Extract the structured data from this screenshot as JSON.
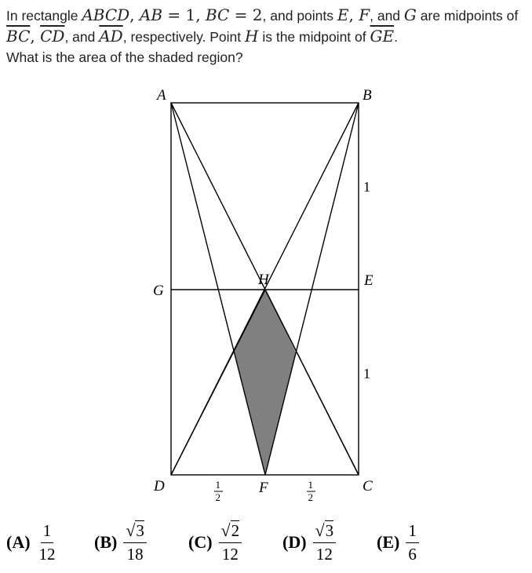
{
  "problem": {
    "t1": "In rectangle ",
    "m_abcd": "ABCD",
    "t2": ", ",
    "m_ab": "AB",
    "eq1": " = 1, ",
    "m_bc": "BC",
    "eq2": " = 2",
    "t3": ", and points ",
    "m_e": "E",
    "t4": ", ",
    "m_f": "F",
    "t5": ", and ",
    "m_g": "G",
    "t6": " are midpoints of ",
    "m_bc2": "BC",
    "t7": ", ",
    "m_cd": "CD",
    "t8": ", and ",
    "m_ad": "AD",
    "t9": ", respectively. Point ",
    "m_h": "H",
    "t10": " is the midpoint of ",
    "m_ge": "GE",
    "t11": ".",
    "t12": "What is the area of the shaded region?"
  },
  "figure": {
    "labels": {
      "A": "A",
      "B": "B",
      "C": "C",
      "D": "D",
      "E": "E",
      "F": "F",
      "G": "G",
      "H": "H"
    },
    "side_labels": {
      "upper_right": "1",
      "lower_right": "1"
    },
    "bottom_fraction": {
      "num": "1",
      "den": "2"
    },
    "colors": {
      "line": "#000000",
      "shade": "#808080"
    }
  },
  "choices": [
    {
      "label": "(A)",
      "num": "1",
      "den": "12"
    },
    {
      "label": "(B)",
      "sqrt": "3",
      "den": "18"
    },
    {
      "label": "(C)",
      "sqrt": "2",
      "den": "12"
    },
    {
      "label": "(D)",
      "sqrt": "3",
      "den": "12"
    },
    {
      "label": "(E)",
      "num": "1",
      "den": "6"
    }
  ]
}
